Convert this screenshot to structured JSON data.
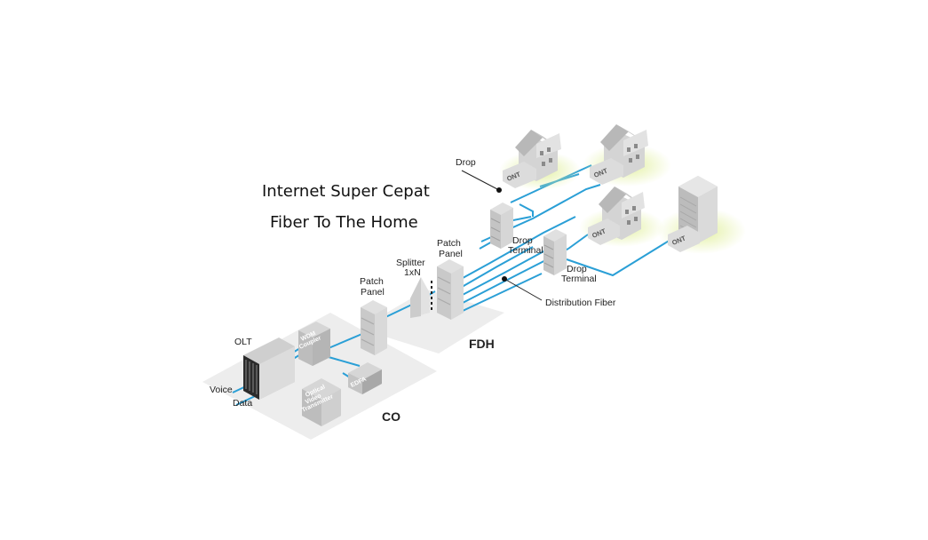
{
  "title": {
    "line1": "Internet Super Cepat",
    "line2": "Fiber To The Home"
  },
  "labels": {
    "olt": "OLT",
    "voice": "Voice",
    "data": "Data",
    "wdm_coupler": [
      "WDM",
      "Coupler"
    ],
    "optical_video_transmitter": [
      "Optical",
      "Video",
      "Transmitter"
    ],
    "edfa": "EDFA",
    "co": "CO",
    "patch_panel_co": [
      "Patch",
      "Panel"
    ],
    "splitter": [
      "Splitter",
      "1xN"
    ],
    "patch_panel_fdh": [
      "Patch",
      "Panel"
    ],
    "fdh": "FDH",
    "drop": "Drop",
    "drop_terminal_1": [
      "Drop",
      "Terminal"
    ],
    "drop_terminal_2": [
      "Drop",
      "Terminal"
    ],
    "distribution_fiber": "Distribution Fiber",
    "ont": "ONT"
  },
  "colors": {
    "fiber": "#2a9fd6",
    "platform": "#ececec",
    "device": "#d8d8d8",
    "device_dark": "#a9a9a9",
    "glow": "#e2f0a0"
  },
  "icons": {
    "house": "house-icon",
    "building": "office-building-icon",
    "rack": "rack-icon"
  }
}
